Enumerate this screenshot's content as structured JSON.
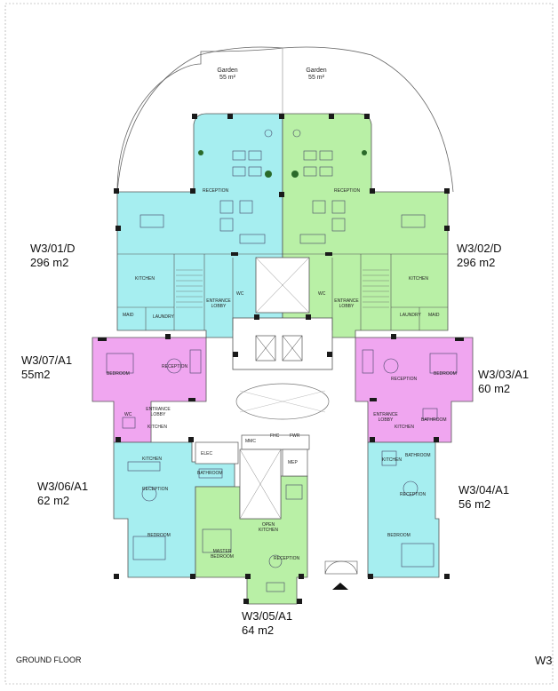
{
  "colors": {
    "cyan": "#a6eef0",
    "green": "#b9f0a6",
    "magenta": "#f0a6f0",
    "wall": "#1a1a1a",
    "outline": "#555555"
  },
  "gardens": {
    "left": {
      "name": "Garden",
      "area": "55 m²"
    },
    "right": {
      "name": "Garden",
      "area": "55 m²"
    }
  },
  "units": {
    "w3_01": {
      "code": "W3/01/D",
      "area": "296 m2"
    },
    "w3_02": {
      "code": "W3/02/D",
      "area": "296 m2"
    },
    "w3_07": {
      "code": "W3/07/A1",
      "area": "55m2"
    },
    "w3_03": {
      "code": "W3/03/A1",
      "area": "60 m2"
    },
    "w3_06": {
      "code": "W3/06/A1",
      "area": "62 m2"
    },
    "w3_04": {
      "code": "W3/04/A1",
      "area": "56 m2"
    },
    "w3_05": {
      "code": "W3/05/A1",
      "area": "64 m2"
    }
  },
  "rooms": {
    "reception_l": "RECEPTION",
    "reception_r": "RECEPTION",
    "kitchen_l": "KITCHEN",
    "kitchen_r": "KITCHEN",
    "wc_l": "WC",
    "wc_r": "WC",
    "entrance_lobby_l": "ENTRANCE LOBBY",
    "entrance_lobby_r": "ENTRANCE LOBBY",
    "maid_l": "MAID",
    "maid_r": "MAID",
    "laundry_l": "LAUNDRY",
    "laundry_r": "LAUNDRY",
    "bedroom_07": "BEDROOM",
    "reception_07": "RECEPTION",
    "entrance_lobby_07": "ENTRANCE LOBBY",
    "wc_07": "WC",
    "kitchen_07": "KITCHEN",
    "reception_03": "RECEPTION",
    "bedroom_03": "BEDROOM",
    "entrance_lobby_03": "ENTRANCE LOBBY",
    "kitchen_03": "KITCHEN",
    "bathroom_03": "BATHROOM",
    "kitchen_06": "KITCHEN",
    "reception_06": "RECEPTION",
    "bedroom_06": "BEDROOM",
    "bathroom_06": "BATHROOM",
    "elec": "ELEC",
    "mmc": "MMC",
    "fhc": "FHC",
    "fwr": "FWR",
    "mep": "MEP",
    "open_kitchen": "OPEN KITCHEN",
    "master_bedroom": "MASTER BEDROOM",
    "reception_05": "RECEPTION",
    "kitchen_04": "KITCHEN",
    "bathroom_04": "BATHROOM",
    "reception_04": "RECEPTION",
    "bedroom_04": "BEDROOM"
  },
  "footer": {
    "floor": "GROUND FLOOR",
    "sheet": "W3"
  }
}
